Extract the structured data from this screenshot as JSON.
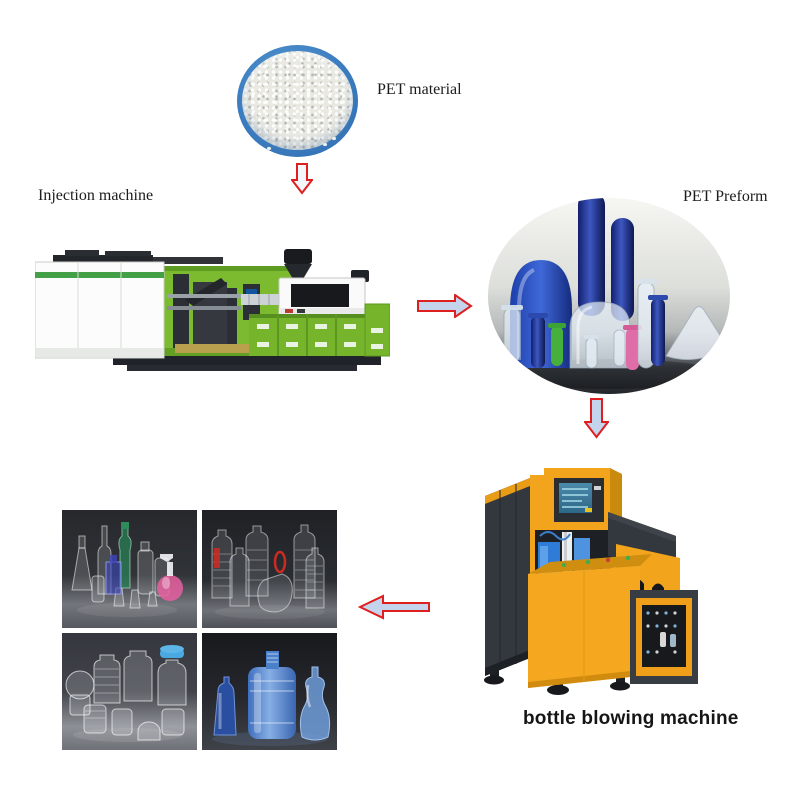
{
  "diagram": {
    "title_implicit": "PET bottle production process flow",
    "labels": {
      "pet_material": "PET material",
      "injection_machine": "Injection machine",
      "pet_preform": "PET Preform",
      "bottle_blowing_machine": "bottle blowing machine"
    },
    "arrows": [
      {
        "name": "pet-material-to-injection",
        "direction": "down"
      },
      {
        "name": "injection-to-preform",
        "direction": "right"
      },
      {
        "name": "preform-to-blowing",
        "direction": "down"
      },
      {
        "name": "blowing-to-bottles",
        "direction": "left"
      }
    ],
    "colors": {
      "arrow_outline": "#dd1f1f",
      "arrow_fill_blue": "#c3d4ec",
      "arrow_fill_light": "#f3f6fa",
      "injection_machine_green": "#79b92c",
      "blowing_machine_orange": "#f2a41d",
      "machine_dark_gray": "#33383e",
      "preform_blue": "#1d379f",
      "pellet_plate_blue": "#3d7fc1",
      "water_jug_blue": "#4a7fc9",
      "photo_background_dark": "#26282c"
    }
  }
}
